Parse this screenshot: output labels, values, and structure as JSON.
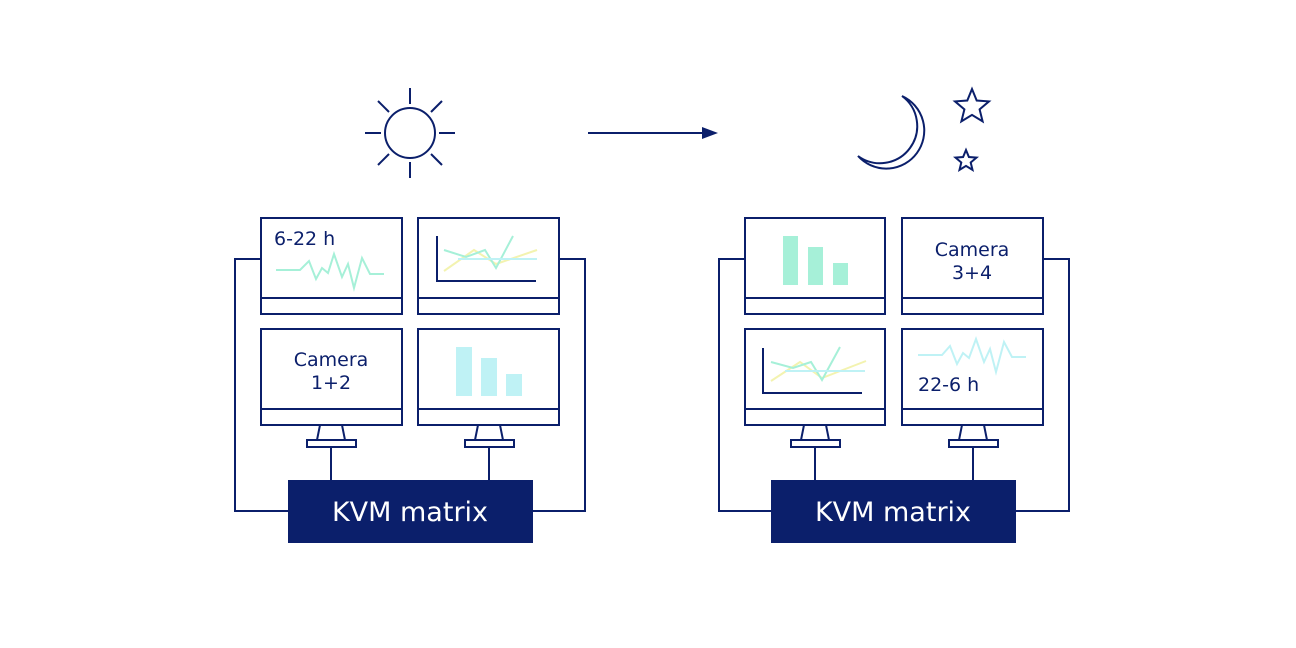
{
  "day": {
    "screen_label": "6-22 h",
    "camera_label_line1": "Camera",
    "camera_label_line2": "1+2",
    "kvm_label": "KVM matrix"
  },
  "night": {
    "screen_label": "22-6 h",
    "camera_label_line1": "Camera",
    "camera_label_line2": "3+4",
    "kvm_label": "KVM matrix"
  },
  "colors": {
    "navy": "#0b1f6b",
    "mint": "#a6f0d8",
    "cyan": "#bff2f5",
    "yellow": "#f3f3b0"
  },
  "icons": [
    "sun-icon",
    "arrow-right-icon",
    "moon-icon",
    "star-icon"
  ]
}
